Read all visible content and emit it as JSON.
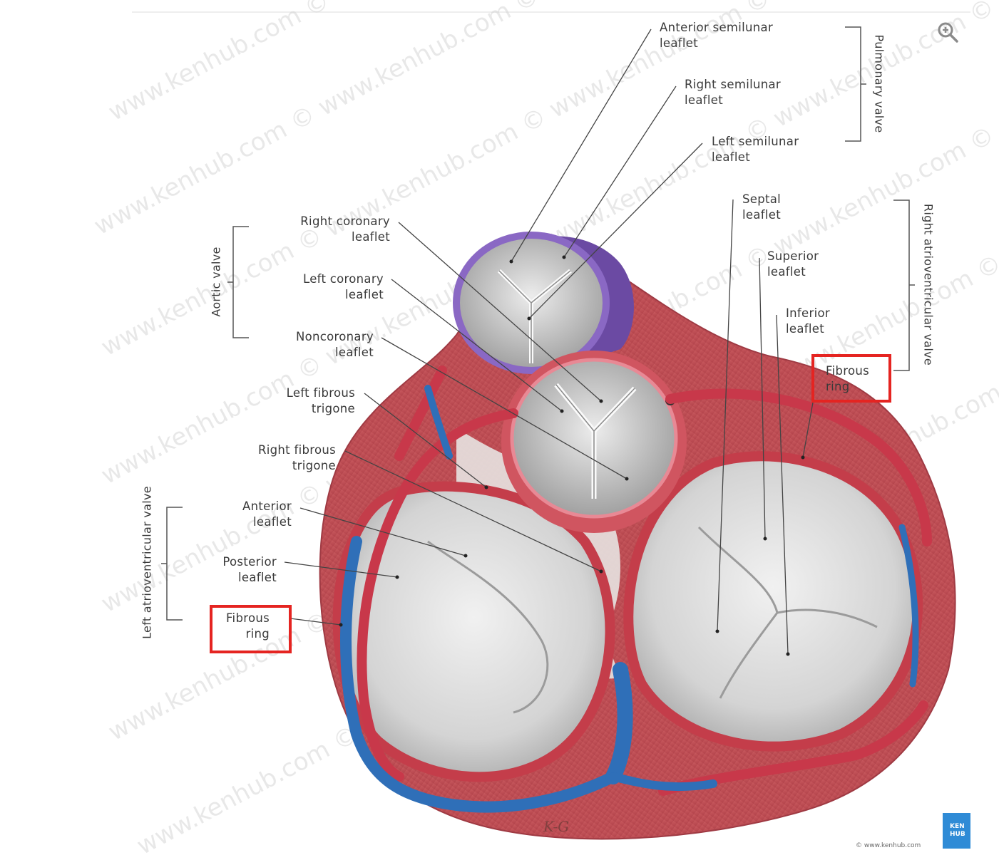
{
  "labels": {
    "anterior_semilunar": [
      "Anterior semilunar",
      "leaflet"
    ],
    "right_semilunar": [
      "Right semilunar",
      "leaflet"
    ],
    "left_semilunar": [
      "Left semilunar",
      "leaflet"
    ],
    "septal": [
      "Septal",
      "leaflet"
    ],
    "superior": [
      "Superior",
      "leaflet"
    ],
    "inferior": [
      "Inferior",
      "leaflet"
    ],
    "fibrous_ring_right": [
      "Fibrous",
      "ring"
    ],
    "right_coronary": [
      "Right coronary",
      "leaflet"
    ],
    "left_coronary": [
      "Left coronary",
      "leaflet"
    ],
    "noncoronary": [
      "Noncoronary",
      "leaflet"
    ],
    "left_fibrous_trigone": [
      "Left fibrous",
      "trigone"
    ],
    "right_fibrous_trigone": [
      "Right fibrous",
      "trigone"
    ],
    "anterior": [
      "Anterior",
      "leaflet"
    ],
    "posterior": [
      "Posterior",
      "leaflet"
    ],
    "fibrous_ring_left": [
      "Fibrous",
      "ring"
    ]
  },
  "groups": {
    "pulmonary_valve": "Pulmonary valve",
    "right_av_valve": "Right atrioventricular valve",
    "aortic_valve": "Aortic valve",
    "left_av_valve": "Left atrioventricular valve"
  },
  "watermark": "www.kenhub.com © ",
  "badge": [
    "KEN",
    "HUB"
  ],
  "copyright": "© www.kenhub.com",
  "signature": "K-G",
  "zoom_icon": "zoom-in-icon",
  "colors": {
    "highlight": "#e52421",
    "artery": "#c8384a",
    "vein": "#2f6fb8",
    "pulmonary_ring": "#7b55b5",
    "leaflet": "#d9d9d9"
  }
}
